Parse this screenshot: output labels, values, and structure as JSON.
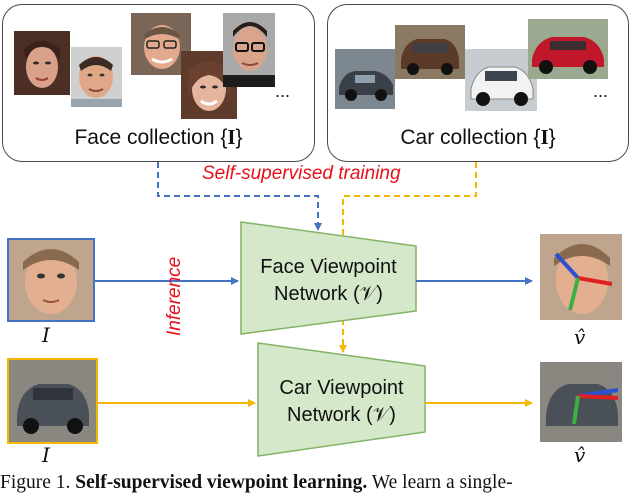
{
  "collections": {
    "face": {
      "title": "Face collection {",
      "bold": "I",
      "close": "}",
      "ellipsis": "..."
    },
    "car": {
      "title": "Car collection {",
      "bold": "I",
      "close": "}",
      "ellipsis": "..."
    }
  },
  "training_label": "Self-supervised training",
  "inference_label": "Inference",
  "networks": {
    "face": {
      "line1": "Face Viewpoint",
      "line2": "Network (𝒱)"
    },
    "car": {
      "line1": "Car Viewpoint",
      "line2": "Network (𝒱)"
    }
  },
  "inputs": {
    "face_label": "I",
    "car_label": "I"
  },
  "outputs": {
    "face_label": "v̂",
    "car_label": "v̂"
  },
  "caption": {
    "prefix": "Figure 1. ",
    "bold": "Self-supervised viewpoint learning.",
    "rest": " We learn a single-"
  },
  "colors": {
    "blue": "#4472c4",
    "orange": "#f5b700",
    "green_fill": "#d5e8c9",
    "green_stroke": "#82b366",
    "red_text": "#e8101a"
  }
}
